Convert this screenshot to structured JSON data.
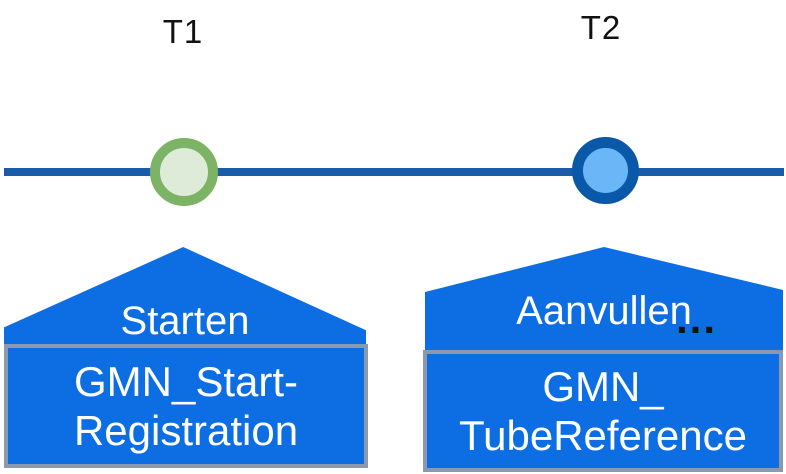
{
  "diagram": {
    "type": "timeline",
    "timepoints": [
      {
        "label": "T1"
      },
      {
        "label": "T2"
      }
    ],
    "milestones": [
      {
        "timepoint": "T1",
        "callout_title": "Starten",
        "box_line1": "GMN_Start-",
        "box_line2": "Registration",
        "marker": "green-circle-marker"
      },
      {
        "timepoint": "T2",
        "callout_title": "Aanvullen",
        "ellipsis": "...",
        "box_line1": "GMN_",
        "box_line2": "TubeReference",
        "marker": "blue-circle-marker"
      }
    ]
  },
  "colors": {
    "timeline": "#1A5CA8",
    "callout_blue": "#0D6EE3",
    "box_border": "#8A99AD",
    "marker1_border": "#7DB365",
    "marker1_fill": "#DEEBD8",
    "marker2_border": "#0A58A8",
    "marker2_fill": "#6AB6F7",
    "text_dark": "#121212",
    "text_light": "#FFFFFF"
  }
}
